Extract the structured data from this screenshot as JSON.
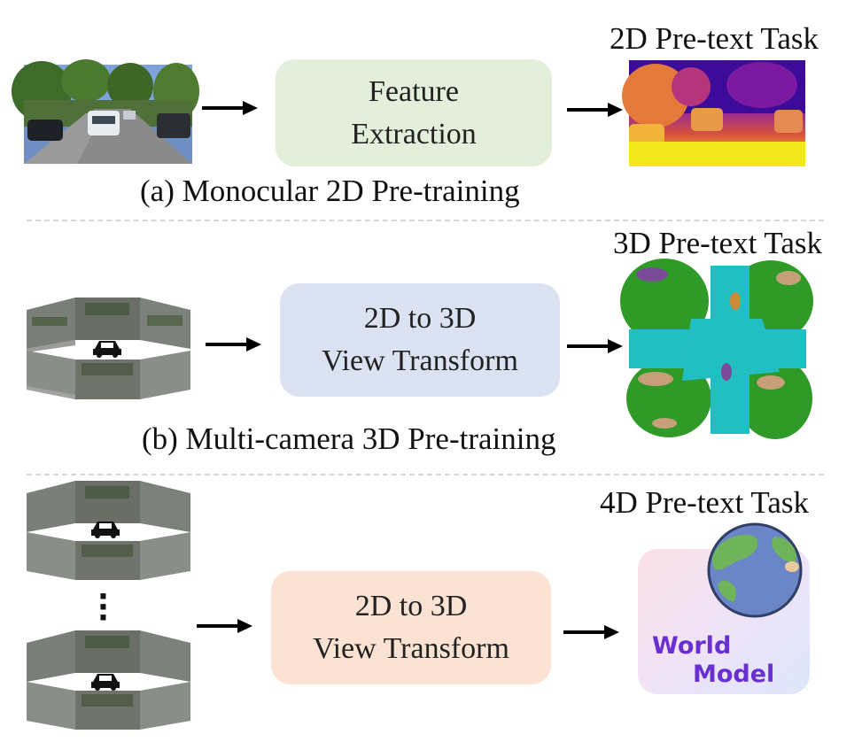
{
  "panels": [
    {
      "caption": "(a) Monocular 2D Pre-training",
      "module": {
        "line1": "Feature",
        "line2": "Extraction"
      },
      "task_title": "2D Pre-text Task"
    },
    {
      "caption": "(b) Multi-camera 3D Pre-training",
      "module": {
        "line1": "2D to 3D",
        "line2": "View Transform"
      },
      "task_title": "3D Pre-text Task"
    },
    {
      "module": {
        "line1": "2D to 3D",
        "line2": "View Transform"
      },
      "task_title": "4D Pre-text Task",
      "world_model": {
        "line1": "World",
        "line2": "Model"
      }
    }
  ],
  "colors": {
    "feature_box": "#e3efda",
    "view_box_b": "#dbe3f2",
    "view_box_c": "#fbe2d2",
    "world_model_text": "#6a2fd0"
  },
  "icons": [
    "street-photo",
    "surround-camera-ring",
    "car-icon",
    "depth-map",
    "occupancy-map",
    "globe-icon",
    "arrow-icon"
  ]
}
